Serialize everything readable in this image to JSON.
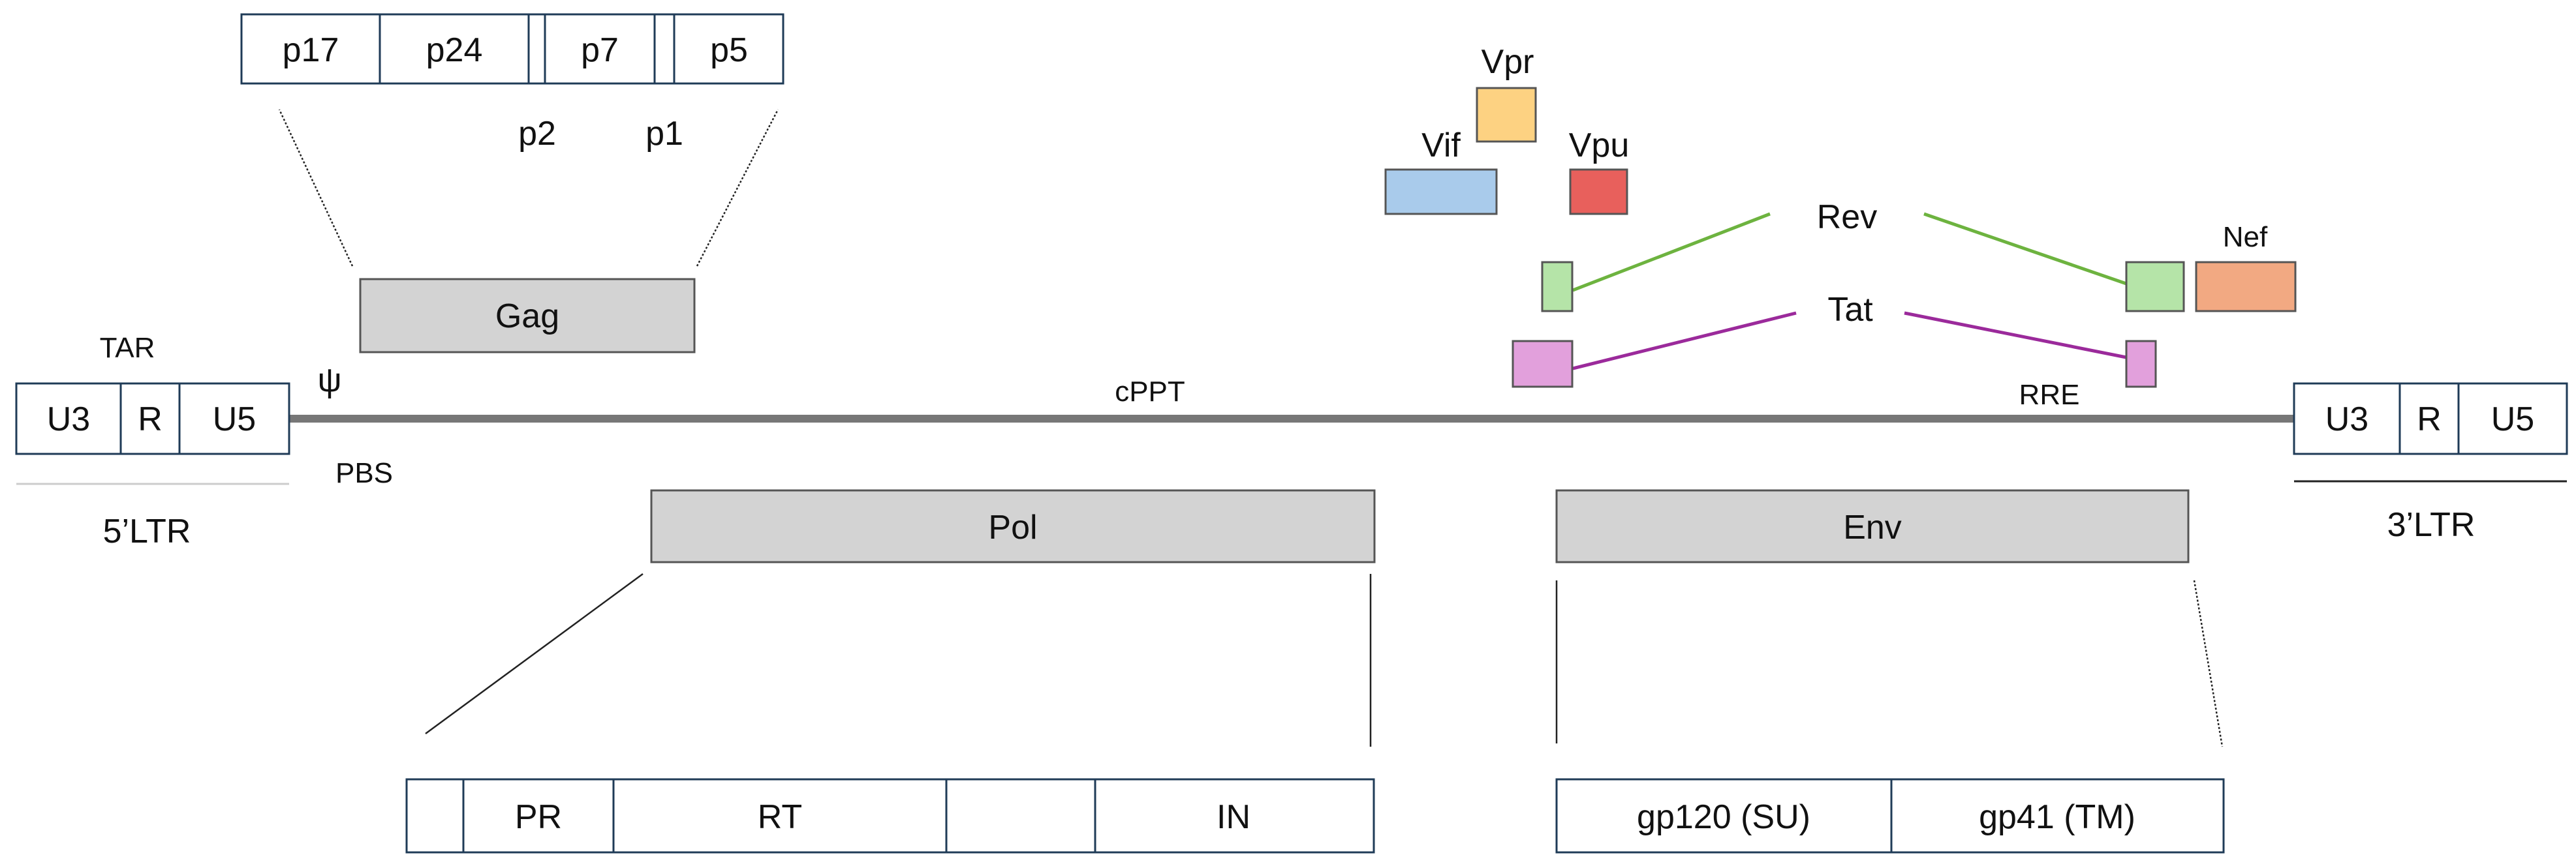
{
  "ltr5": {
    "segments": [
      "U3",
      "R",
      "U5"
    ],
    "label": "5’LTR",
    "tar": "TAR"
  },
  "ltr3": {
    "segments": [
      "U3",
      "R",
      "U5"
    ],
    "label": "3’LTR"
  },
  "sites": {
    "psi": "ψ",
    "pbs": "PBS",
    "cppt": "cPPT",
    "rre": "RRE"
  },
  "genes": {
    "gag": "Gag",
    "pol": "Pol",
    "env": "Env",
    "vif": "Vif",
    "vpr": "Vpr",
    "vpu": "Vpu",
    "rev": "Rev",
    "tat": "Tat",
    "nef": "Nef"
  },
  "gag_products": {
    "segments": [
      "p17",
      "p24",
      "p7",
      "p5"
    ],
    "spacers": [
      "p2",
      "p1"
    ]
  },
  "pol_products": [
    "PR",
    "RT",
    "IN"
  ],
  "env_products": [
    "gp120 (SU)",
    "gp41 (TM)"
  ],
  "colors": {
    "structural": "#d3d3d3",
    "vif": "#a9cbeb",
    "vpr": "#fdd282",
    "vpu": "#e8605c",
    "rev": "#b5e4a8",
    "rev_line": "#6db33f",
    "tat": "#e2a0dc",
    "tat_line": "#9b2a9b",
    "nef": "#f2a982",
    "backbone": "#777777"
  }
}
